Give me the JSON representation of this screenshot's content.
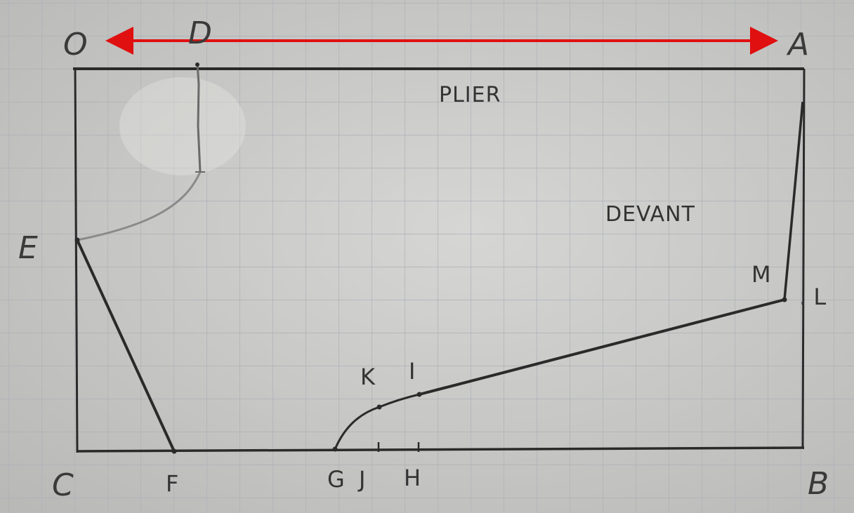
{
  "diagram": {
    "points": {
      "O": "O",
      "D": "D",
      "A": "A",
      "E": "E",
      "C": "C",
      "F": "F",
      "G": "G",
      "J": "J",
      "H": "H",
      "B": "B",
      "K": "K",
      "I": "I",
      "M": "M",
      "L": ". L"
    },
    "words": {
      "fold": "PLIER",
      "front": "DEVANT"
    },
    "colors": {
      "paper": "#c9c9c7",
      "grid": "#aeb0b8",
      "pencil": "#2a2a2a",
      "light_pencil": "#8a8a8a",
      "arrow": "#e01010"
    }
  }
}
